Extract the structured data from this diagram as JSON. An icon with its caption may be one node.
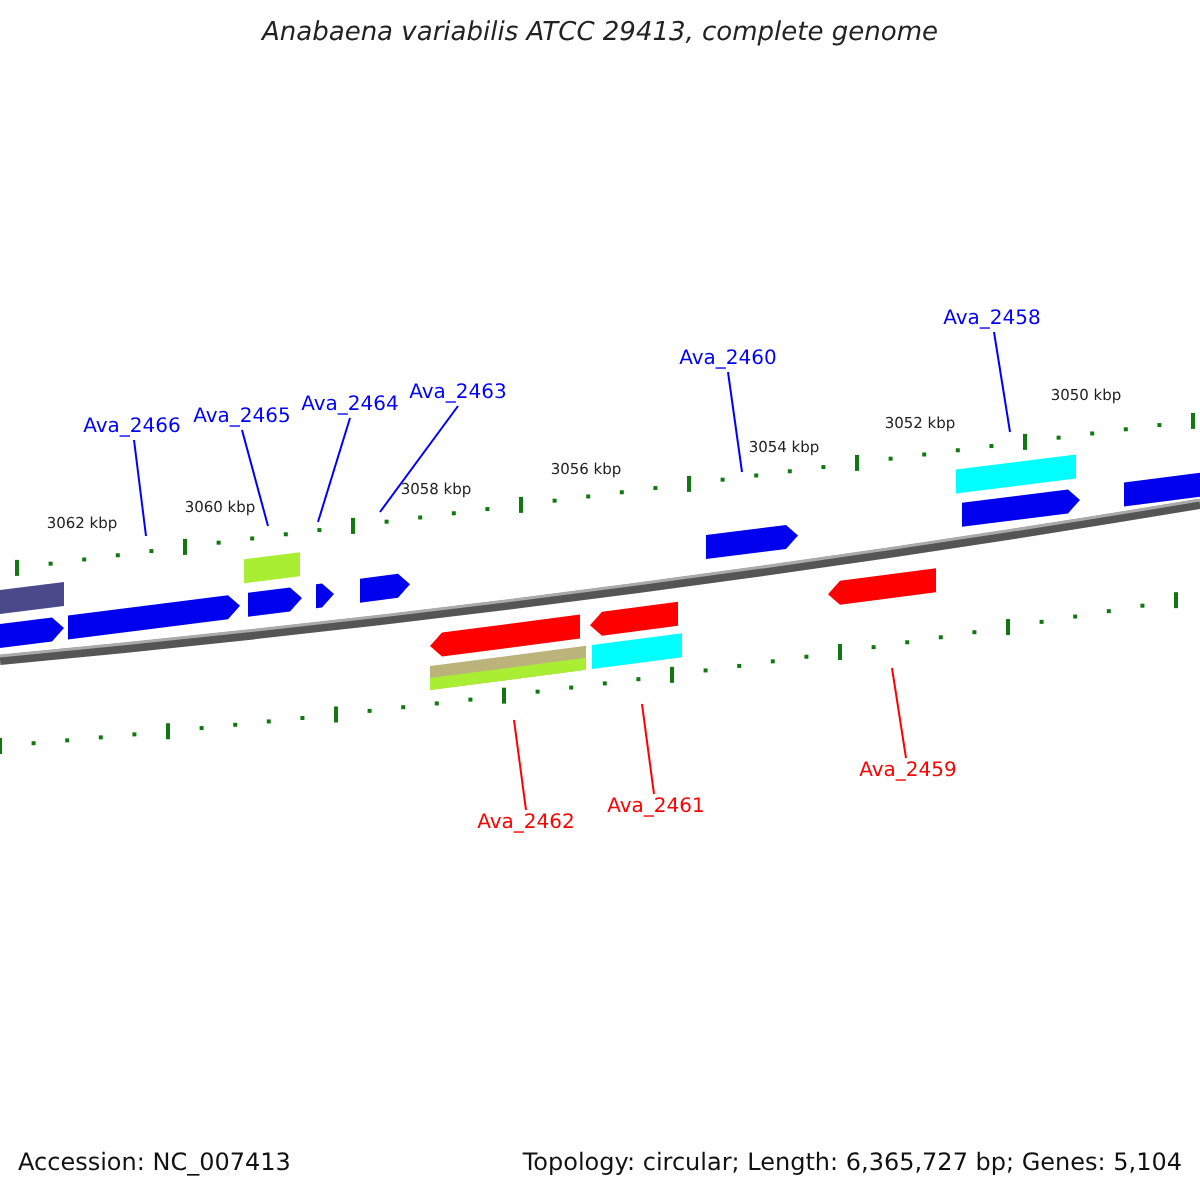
{
  "diagram": {
    "title": "Anabaena variabilis ATCC 29413, complete genome",
    "nodes": [
      {
        "text": [
          "Ava_2466"
        ]
      },
      {
        "text": [
          "Ava_2465"
        ]
      },
      {
        "text": [
          "Ava_2464"
        ]
      },
      {
        "text": [
          "Ava_2463"
        ]
      },
      {
        "text": [
          "Ava_2460"
        ]
      },
      {
        "text": [
          "Ava_2458"
        ]
      },
      {
        "text": [
          "Ava_2462"
        ]
      },
      {
        "text": [
          "Ava_2461"
        ]
      },
      {
        "text": [
          "Ava_2459"
        ]
      }
    ],
    "edges": [
      {
        "from": 0,
        "to": null,
        "arrow": "none"
      },
      {
        "from": 1,
        "to": null,
        "arrow": "none"
      },
      {
        "from": 2,
        "to": null,
        "arrow": "none"
      },
      {
        "from": 3,
        "to": null,
        "arrow": "none"
      },
      {
        "from": 4,
        "to": null,
        "arrow": "none"
      },
      {
        "from": 5,
        "to": null,
        "arrow": "none"
      },
      {
        "from": 6,
        "to": null,
        "arrow": "none",
        "color": "#ff0000"
      },
      {
        "from": 7,
        "to": null,
        "arrow": "none",
        "color": "#ff0000"
      },
      {
        "from": 8,
        "to": null,
        "arrow": "none",
        "color": "#ff0000"
      }
    ],
    "labels": [
      "3062 kbp",
      "3060 kbp",
      "3058 kbp",
      "3056 kbp",
      "3054 kbp",
      "3052 kbp",
      "3050 kbp",
      "Accession: NC_007413",
      "Topology: circular; Length: 6,365,727 bp; Genes: 5,104"
    ]
  }
}
